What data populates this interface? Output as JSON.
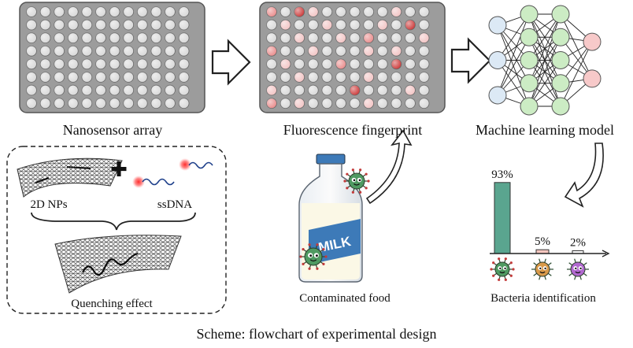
{
  "labels": {
    "nanosensor_array": "Nanosensor array",
    "fluorescence_fingerprint": "Fluorescence fingerprint",
    "machine_learning_model": "Machine learning model",
    "nps_2d": "2D NPs",
    "ssdna": "ssDNA",
    "quenching_effect": "Quenching effect",
    "contaminated_food": "Contaminated food",
    "milk": "MILK",
    "bacteria_identification": "Bacteria identification",
    "caption": "Scheme: flowchart of experimental design"
  },
  "plate": {
    "rows": 8,
    "cols": 12
  },
  "fingerprint_wells": {
    "colors": {
      "0": "#d8d8d8",
      "1": "#f2c4c4",
      "2": "#e98c8c",
      "3": "#cc3a3a"
    },
    "pattern": [
      [
        2,
        0,
        3,
        1,
        0,
        0,
        0,
        0,
        0,
        1,
        0,
        0
      ],
      [
        0,
        1,
        0,
        0,
        1,
        0,
        0,
        0,
        1,
        0,
        3,
        0
      ],
      [
        0,
        0,
        1,
        0,
        0,
        1,
        0,
        2,
        0,
        0,
        0,
        1
      ],
      [
        2,
        0,
        0,
        1,
        0,
        0,
        0,
        1,
        0,
        1,
        0,
        0
      ],
      [
        0,
        1,
        0,
        0,
        0,
        2,
        0,
        0,
        0,
        3,
        0,
        0
      ],
      [
        0,
        0,
        1,
        0,
        0,
        0,
        0,
        1,
        0,
        0,
        0,
        0
      ],
      [
        1,
        0,
        0,
        0,
        0,
        0,
        3,
        0,
        0,
        0,
        1,
        0
      ],
      [
        2,
        0,
        1,
        0,
        0,
        0,
        0,
        1,
        0,
        0,
        0,
        0
      ]
    ]
  },
  "bacteria_chart": {
    "type": "bar",
    "values": [
      93,
      5,
      2
    ],
    "value_labels": [
      "93%",
      "5%",
      "2%"
    ],
    "bar_colors": [
      "#5aa58f",
      "#f6c7bf",
      "#ffffff"
    ],
    "bacteria_colors": [
      "#4f9a62",
      "#d99a4a",
      "#b169cf"
    ]
  },
  "network": {
    "layers": [
      3,
      5,
      5,
      2
    ]
  },
  "colors": {
    "plate_fill": "#9c9c9c",
    "plate_stroke": "#555555",
    "well_gray": "#d8d8d8",
    "node_input": "#dce9f5",
    "node_hidden": "#ccecc4",
    "node_output": "#f7c9c9"
  }
}
